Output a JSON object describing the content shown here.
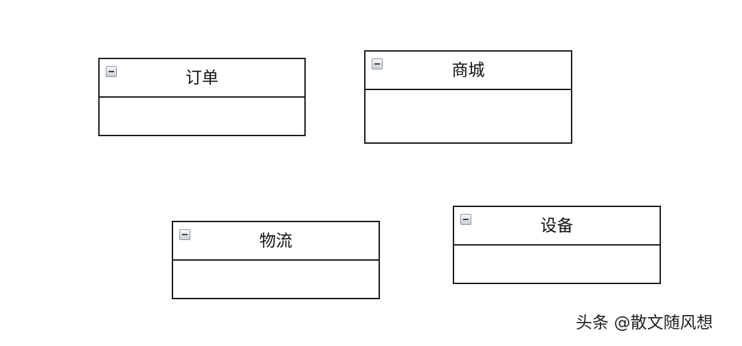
{
  "entities": [
    {
      "id": "order",
      "title": "订单"
    },
    {
      "id": "mall",
      "title": "商城"
    },
    {
      "id": "logistics",
      "title": "物流"
    },
    {
      "id": "device",
      "title": "设备"
    }
  ],
  "icons": {
    "toggle": "collapse-minus-icon"
  },
  "watermark": "头条 @散文随风想"
}
